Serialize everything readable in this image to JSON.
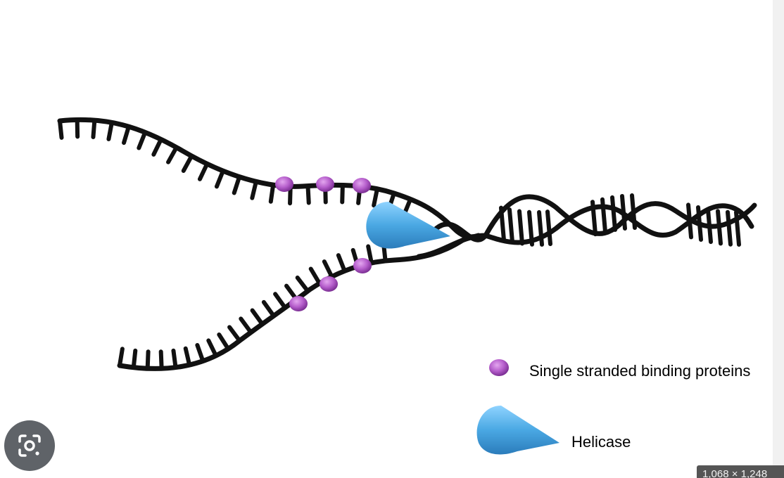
{
  "legend": {
    "ssb_label": "Single stranded binding proteins",
    "helicase_label": "Helicase"
  },
  "image_size_label": "1,068 × 1,248",
  "colors": {
    "strand": "#111111",
    "ssb_protein": "#b05cc6",
    "helicase": "#4aa8e3",
    "lens_button_bg": "#5f6368"
  },
  "icons": {
    "lens": "google-lens-icon"
  }
}
